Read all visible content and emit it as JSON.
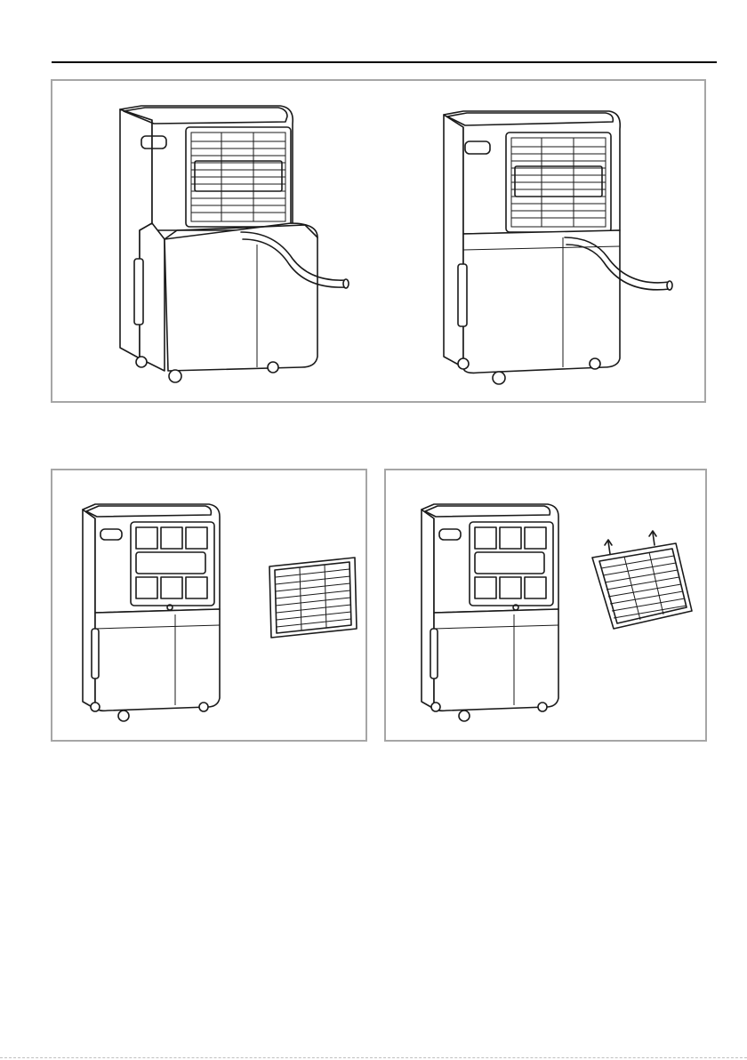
{
  "figures": [
    {
      "id": "fig-continuous-drain",
      "illustrations": [
        "dehumidifier-tank-removed-with-drain-hose",
        "dehumidifier-tank-installed-with-drain-hose"
      ]
    },
    {
      "id": "fig-filter-removal",
      "illustrations": [
        "dehumidifier-without-filter",
        "air-filter"
      ]
    },
    {
      "id": "fig-filter-replacement",
      "illustrations": [
        "dehumidifier-without-filter",
        "air-filter-with-insert-arrows"
      ]
    }
  ],
  "colors": {
    "line_art": "#1a1a1a",
    "frame_border": "#a6a6a6",
    "header_rule": "#000000"
  }
}
